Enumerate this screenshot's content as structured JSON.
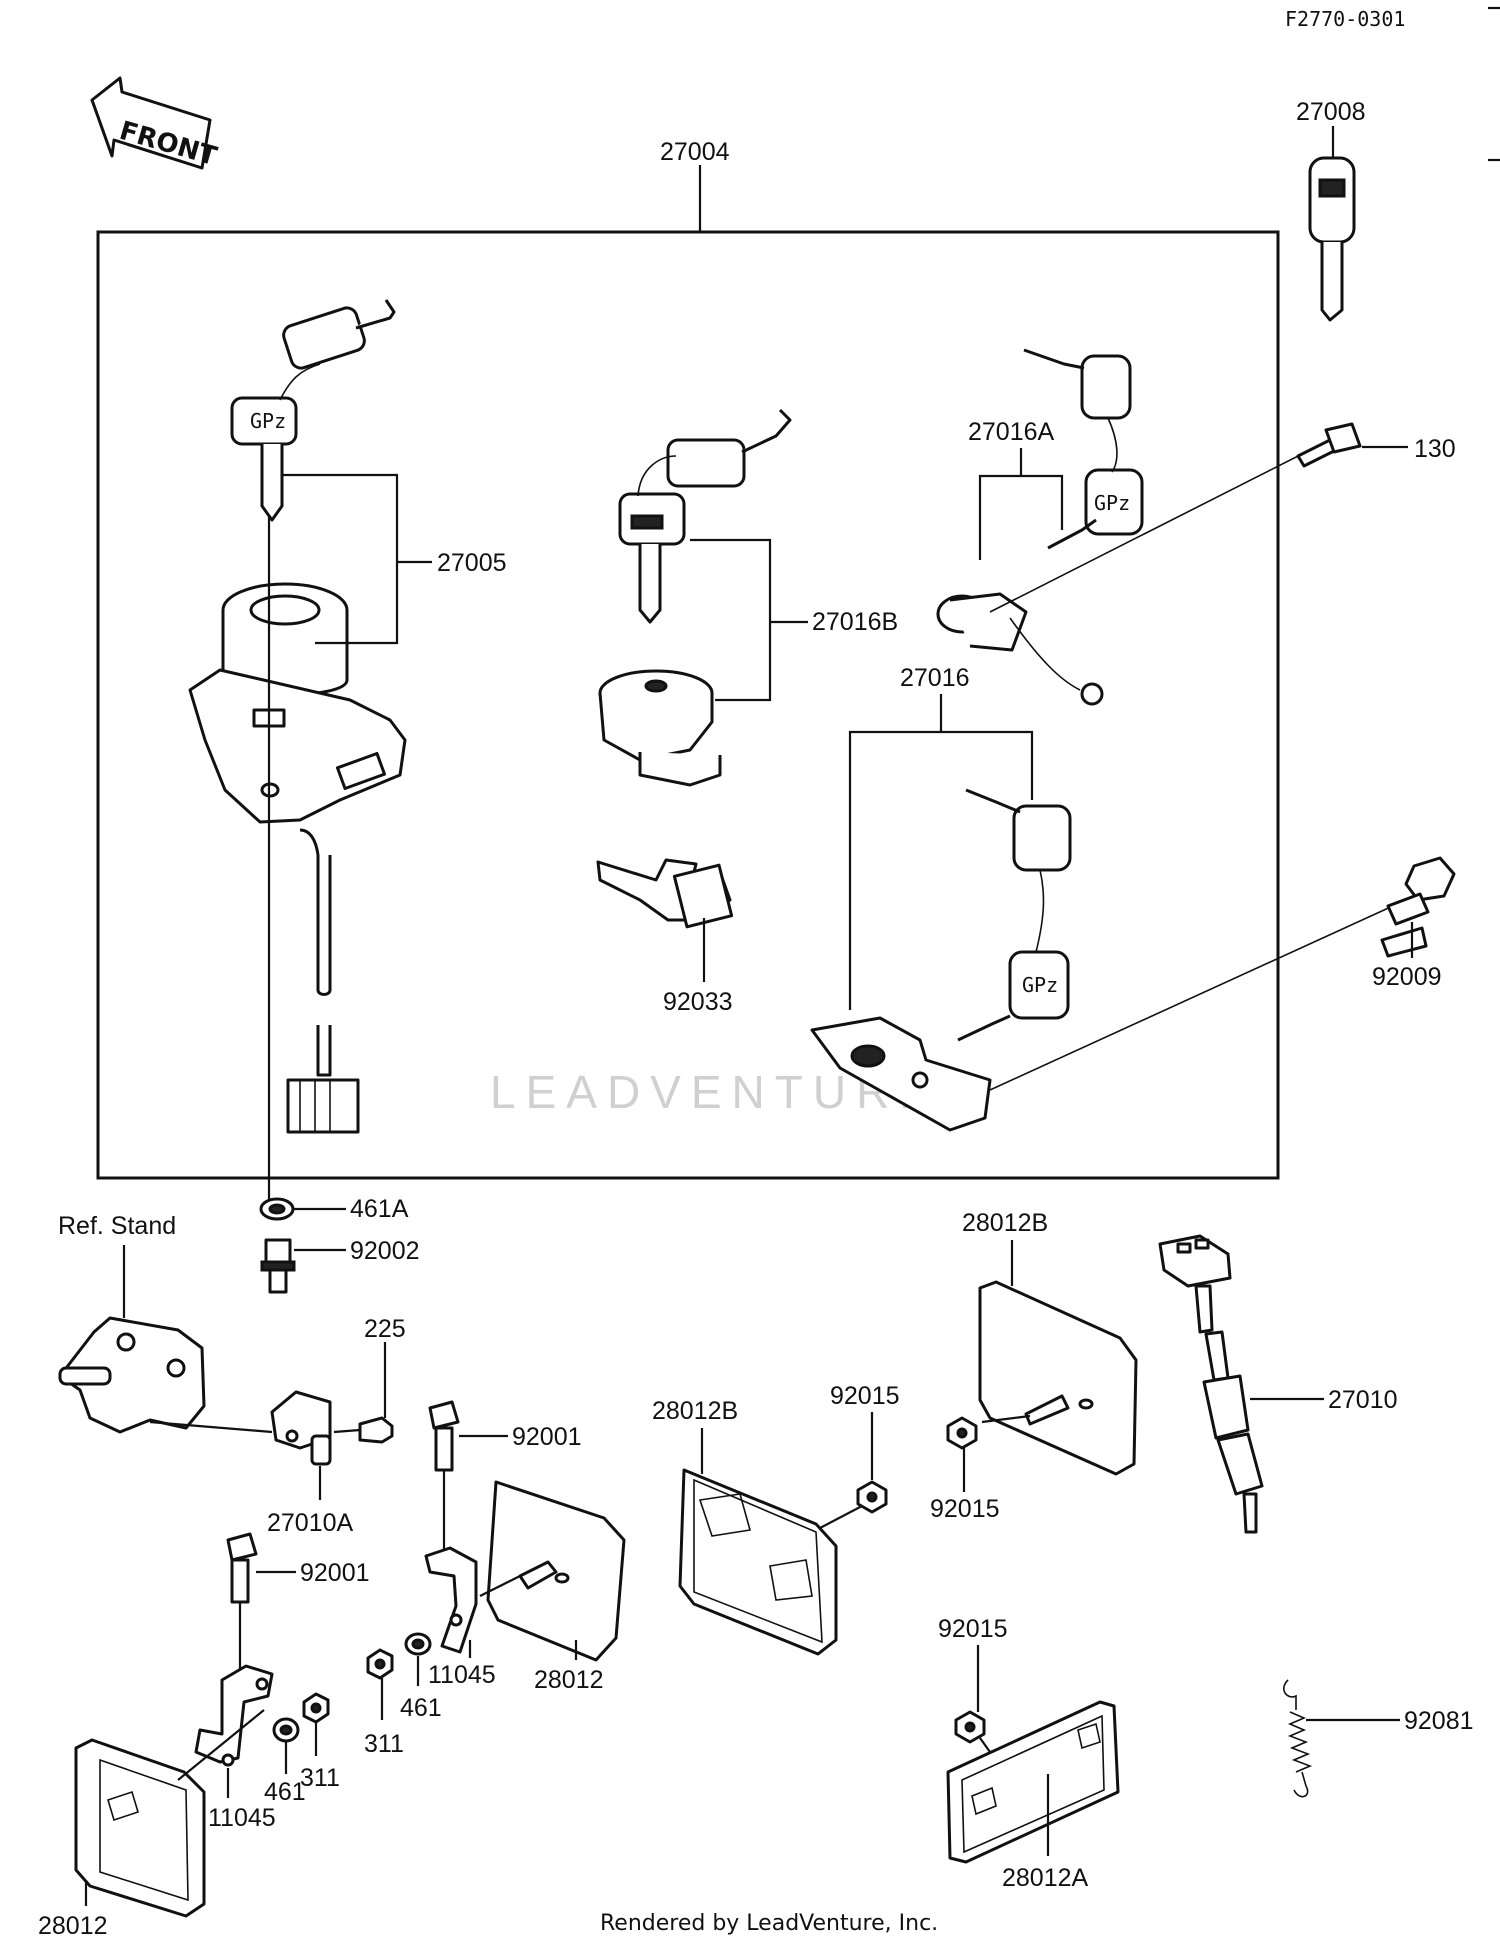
{
  "doc_code": "F2770-0301",
  "front_label": "FRONT",
  "ref_label": "Ref. Stand",
  "watermark": "LEADVENTURE",
  "credit": "Rendered by LeadVenture, Inc.",
  "parts": {
    "p27004": "27004",
    "p27008": "27008",
    "p27005": "27005",
    "p27016A": "27016A",
    "p130": "130",
    "p27016B": "27016B",
    "p27016": "27016",
    "p92009": "92009",
    "p92033": "92033",
    "p461A": "461A",
    "p92002": "92002",
    "p28012B_right": "28012B",
    "p225": "225",
    "p92001_upper": "92001",
    "p28012B_mid": "28012B",
    "p92015_a": "92015",
    "p92015_b": "92015",
    "p27010": "27010",
    "p27010A": "27010A",
    "p92001_lower": "92001",
    "p11045_upper": "11045",
    "p461_upper": "461",
    "p311_upper": "311",
    "p28012_upper": "28012",
    "p461_lower": "461",
    "p311_lower": "311",
    "p11045_lower": "11045",
    "p28012_lower": "28012",
    "p92015_c": "92015",
    "p92081": "92081",
    "p28012A": "28012A"
  }
}
